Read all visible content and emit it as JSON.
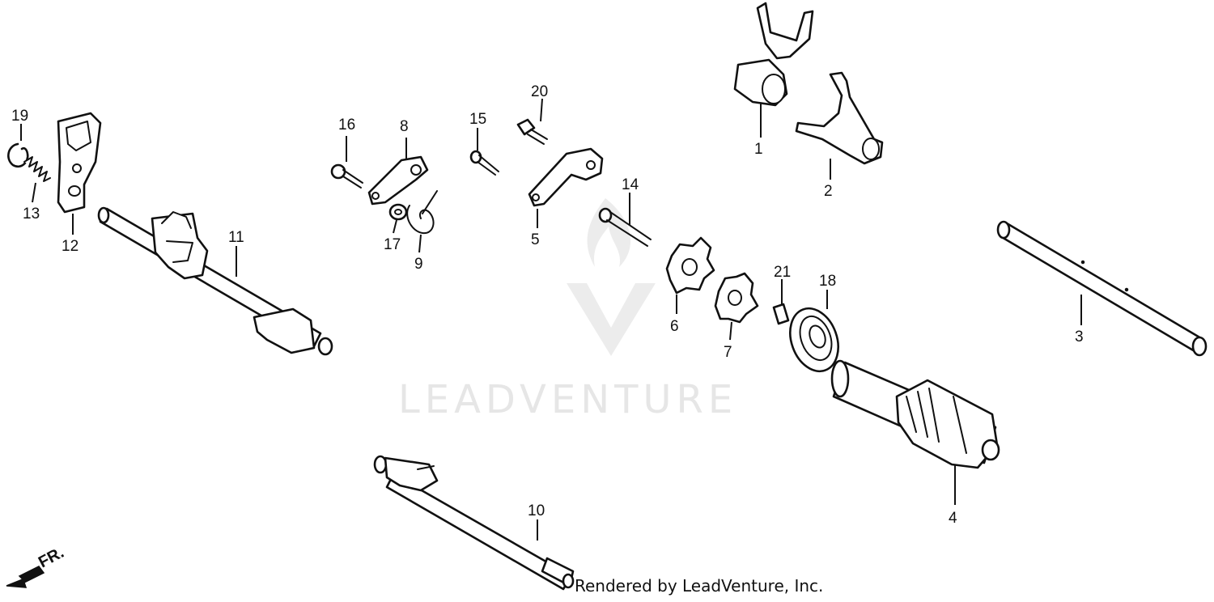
{
  "watermark": {
    "text": "LEADVENTURE"
  },
  "credit": "Rendered by LeadVenture, Inc.",
  "front_indicator": "FR.",
  "callouts": {
    "c1": "1",
    "c2": "2",
    "c3": "3",
    "c4": "4",
    "c5": "5",
    "c6": "6",
    "c7": "7",
    "c8": "8",
    "c9": "9",
    "c10": "10",
    "c11": "11",
    "c12": "12",
    "c13": "13",
    "c14": "14",
    "c15": "15",
    "c16": "16",
    "c17": "17",
    "c18": "18",
    "c19": "19",
    "c20": "20",
    "c21": "21"
  }
}
